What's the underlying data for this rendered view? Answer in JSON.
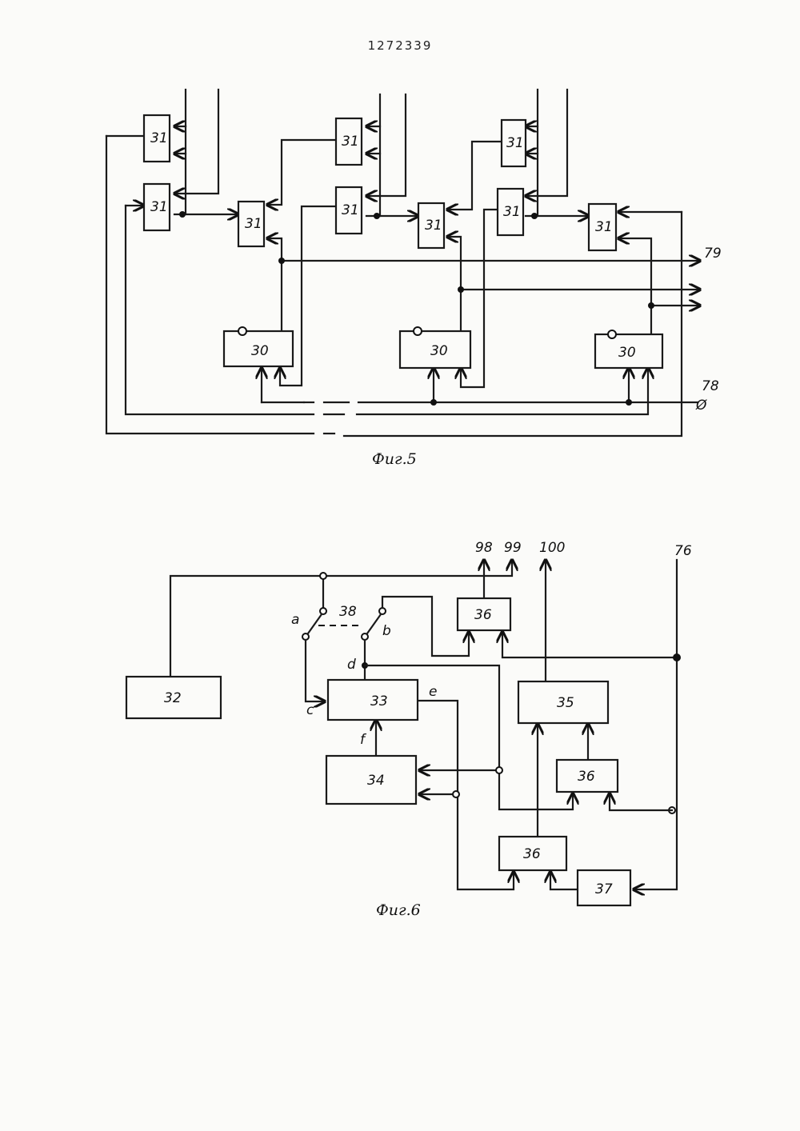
{
  "document": {
    "number": "1272339"
  },
  "fig5": {
    "caption": "Фиг.5",
    "blocks": {
      "b31": "31",
      "b30": "30"
    },
    "outputs": {
      "o79": "79",
      "o78": "78",
      "sym": "Ø"
    }
  },
  "fig6": {
    "caption": "Фиг.6",
    "blocks": {
      "b32": "32",
      "b33": "33",
      "b34": "34",
      "b35": "35",
      "b36": "36",
      "b37": "37"
    },
    "outputs": {
      "o98": "98",
      "o99": "99",
      "o100": "100",
      "o76": "76"
    },
    "switch_label": "38",
    "terminals": {
      "a": "a",
      "b": "b",
      "c": "c",
      "d": "d",
      "e": "e",
      "f": "f"
    }
  }
}
